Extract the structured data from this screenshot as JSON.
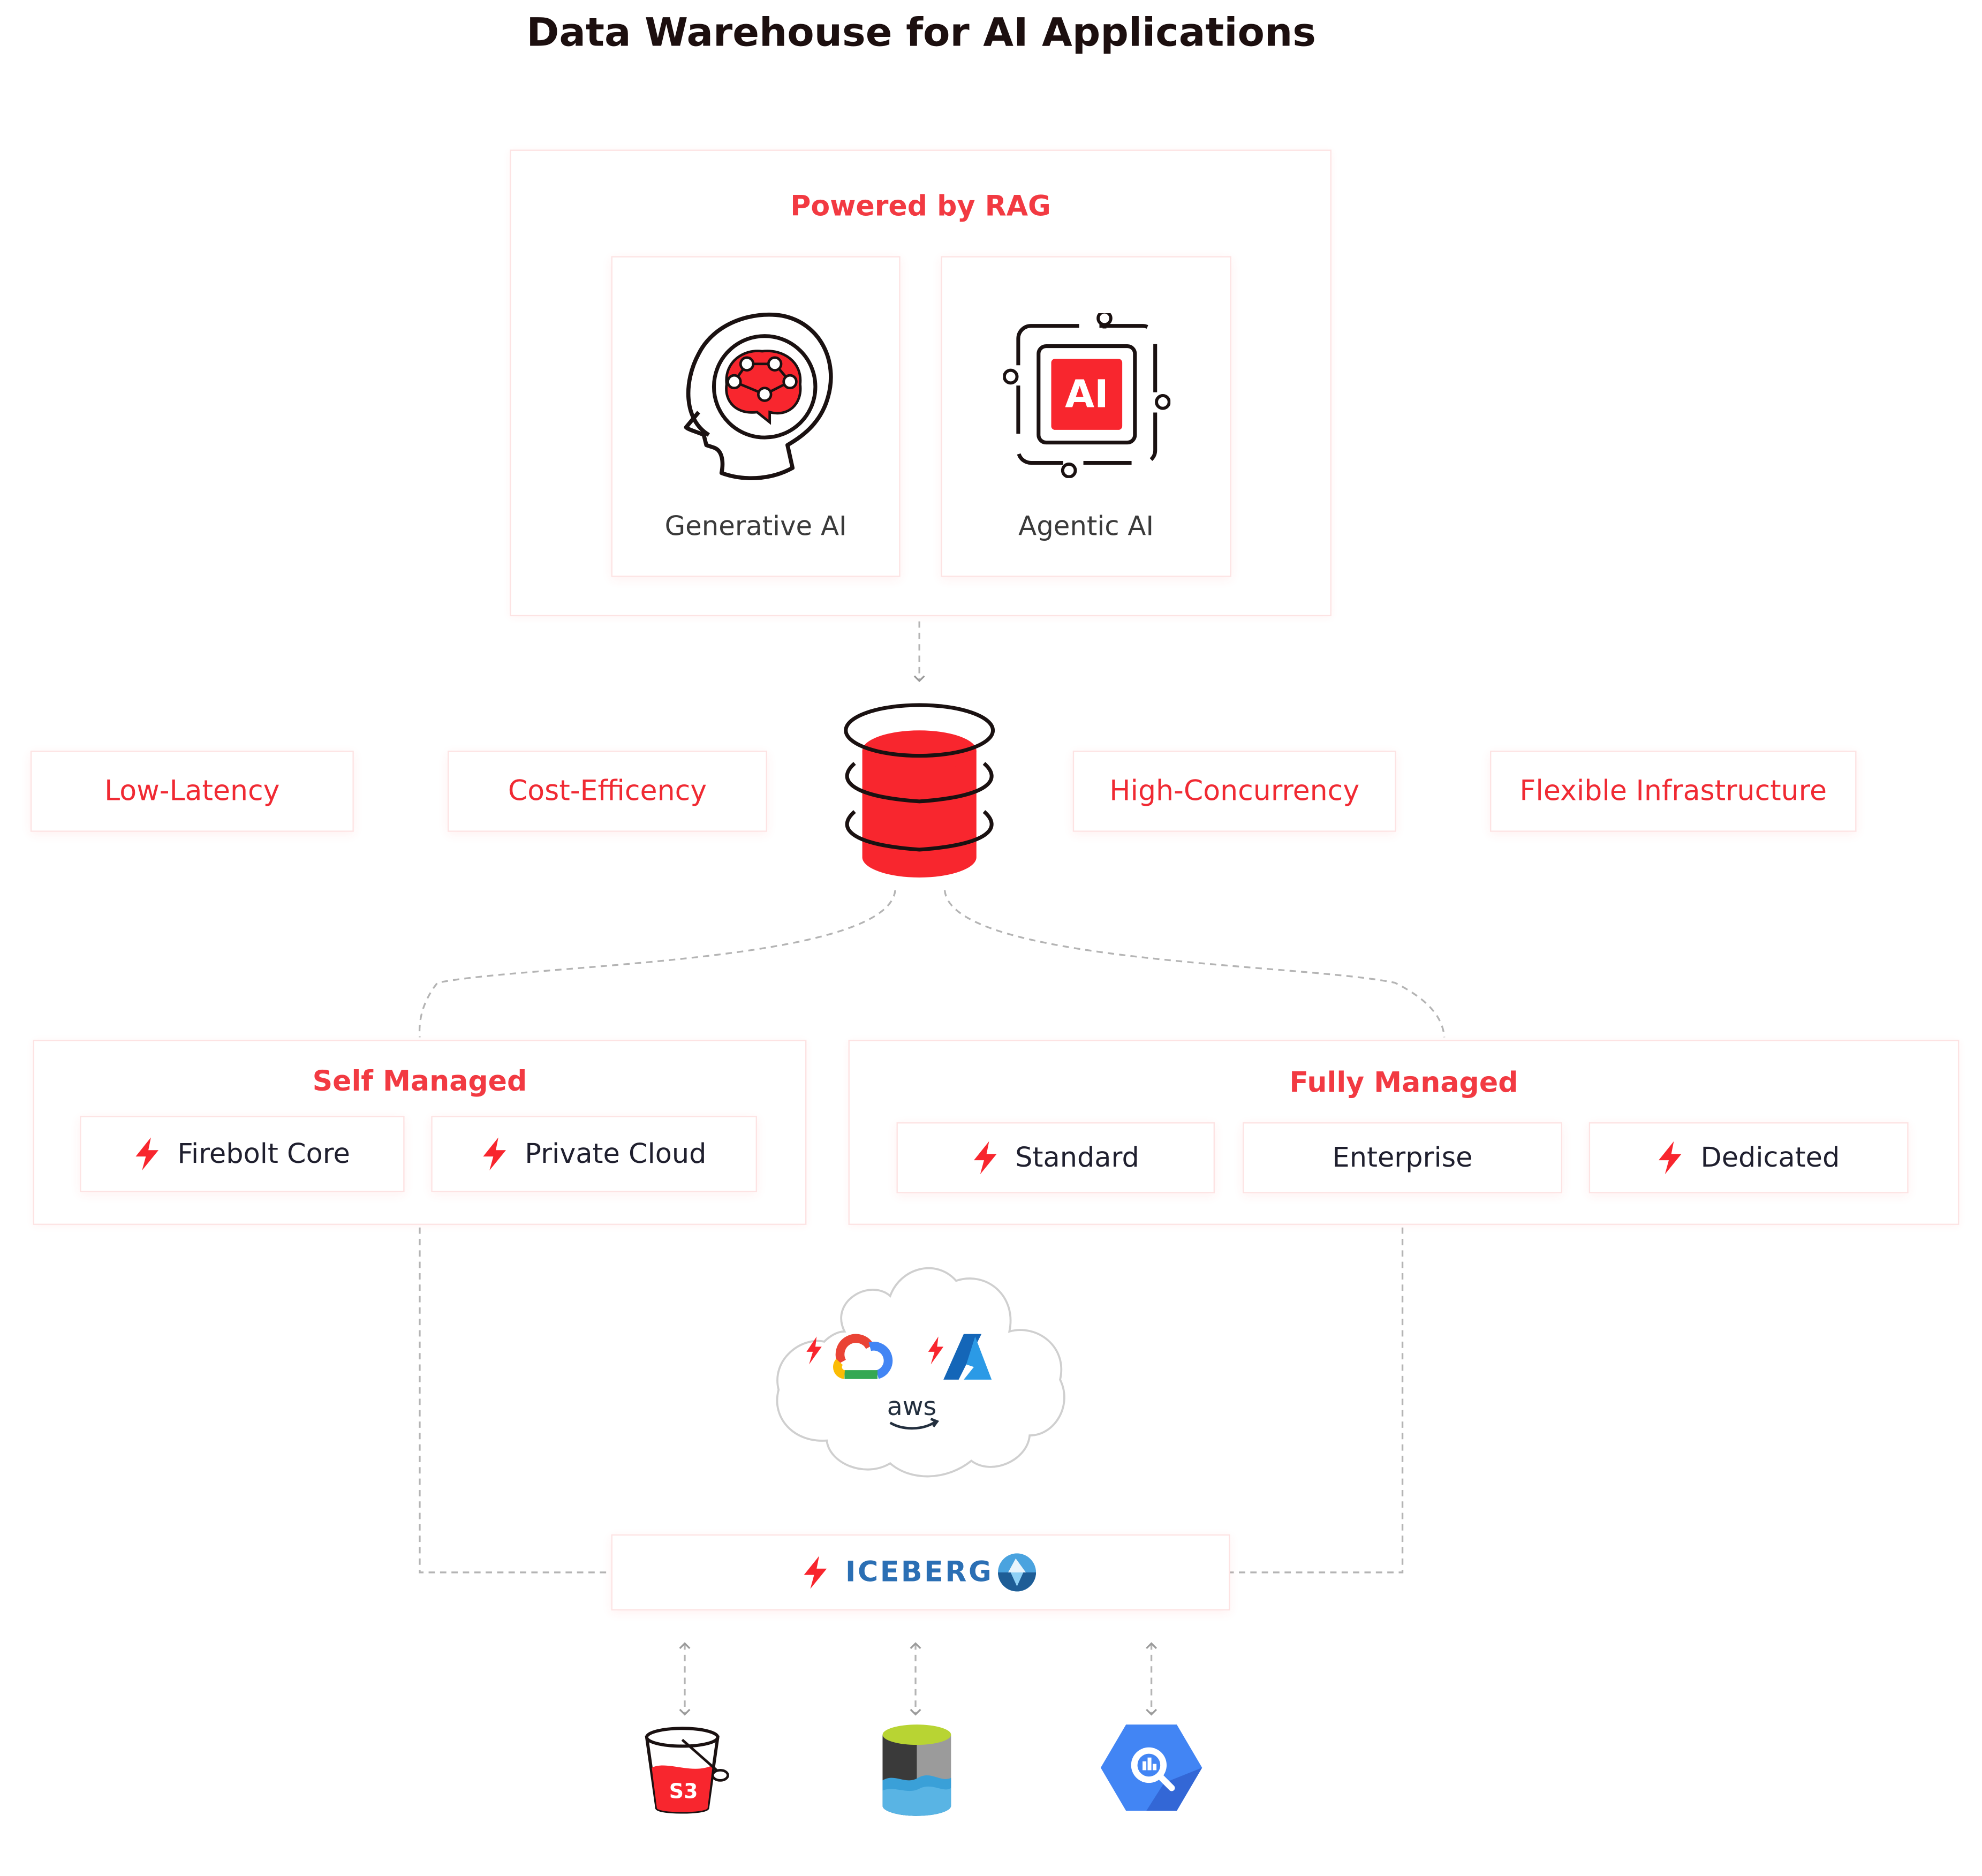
{
  "title": "Data Warehouse for AI Applications",
  "rag": {
    "title": "Powered by RAG",
    "cards": [
      {
        "label": "Generative AI",
        "icon": "brain-head-icon"
      },
      {
        "label": "Agentic AI",
        "icon": "ai-chip-icon",
        "chip_text": "AI"
      }
    ]
  },
  "database_icon": "database-icon",
  "features": [
    "Low-Latency",
    "Cost-Efficency",
    "High-Concurrency",
    "Flexible Infrastructure"
  ],
  "self_managed": {
    "title": "Self Managed",
    "options": [
      {
        "label": "Firebolt Core",
        "bolt": true
      },
      {
        "label": "Private Cloud",
        "bolt": true
      }
    ]
  },
  "fully_managed": {
    "title": "Fully Managed",
    "options": [
      {
        "label": "Standard",
        "bolt": true
      },
      {
        "label": "Enterprise",
        "bolt": false
      },
      {
        "label": "Dedicated",
        "bolt": true
      }
    ]
  },
  "cloud": {
    "providers": [
      "google-cloud-icon",
      "azure-icon",
      "aws-icon"
    ],
    "aws_text": "aws"
  },
  "iceberg": {
    "label": "ICEBERG",
    "icon": "iceberg-icon"
  },
  "storage": [
    {
      "icon": "s3-bucket-icon",
      "text": "S3"
    },
    {
      "icon": "azure-data-lake-icon"
    },
    {
      "icon": "bigquery-icon"
    }
  ],
  "colors": {
    "accent": "#f8262e",
    "title": "#1c0f0f",
    "border": "#fde3e3",
    "dash": "#b4b4b4"
  }
}
